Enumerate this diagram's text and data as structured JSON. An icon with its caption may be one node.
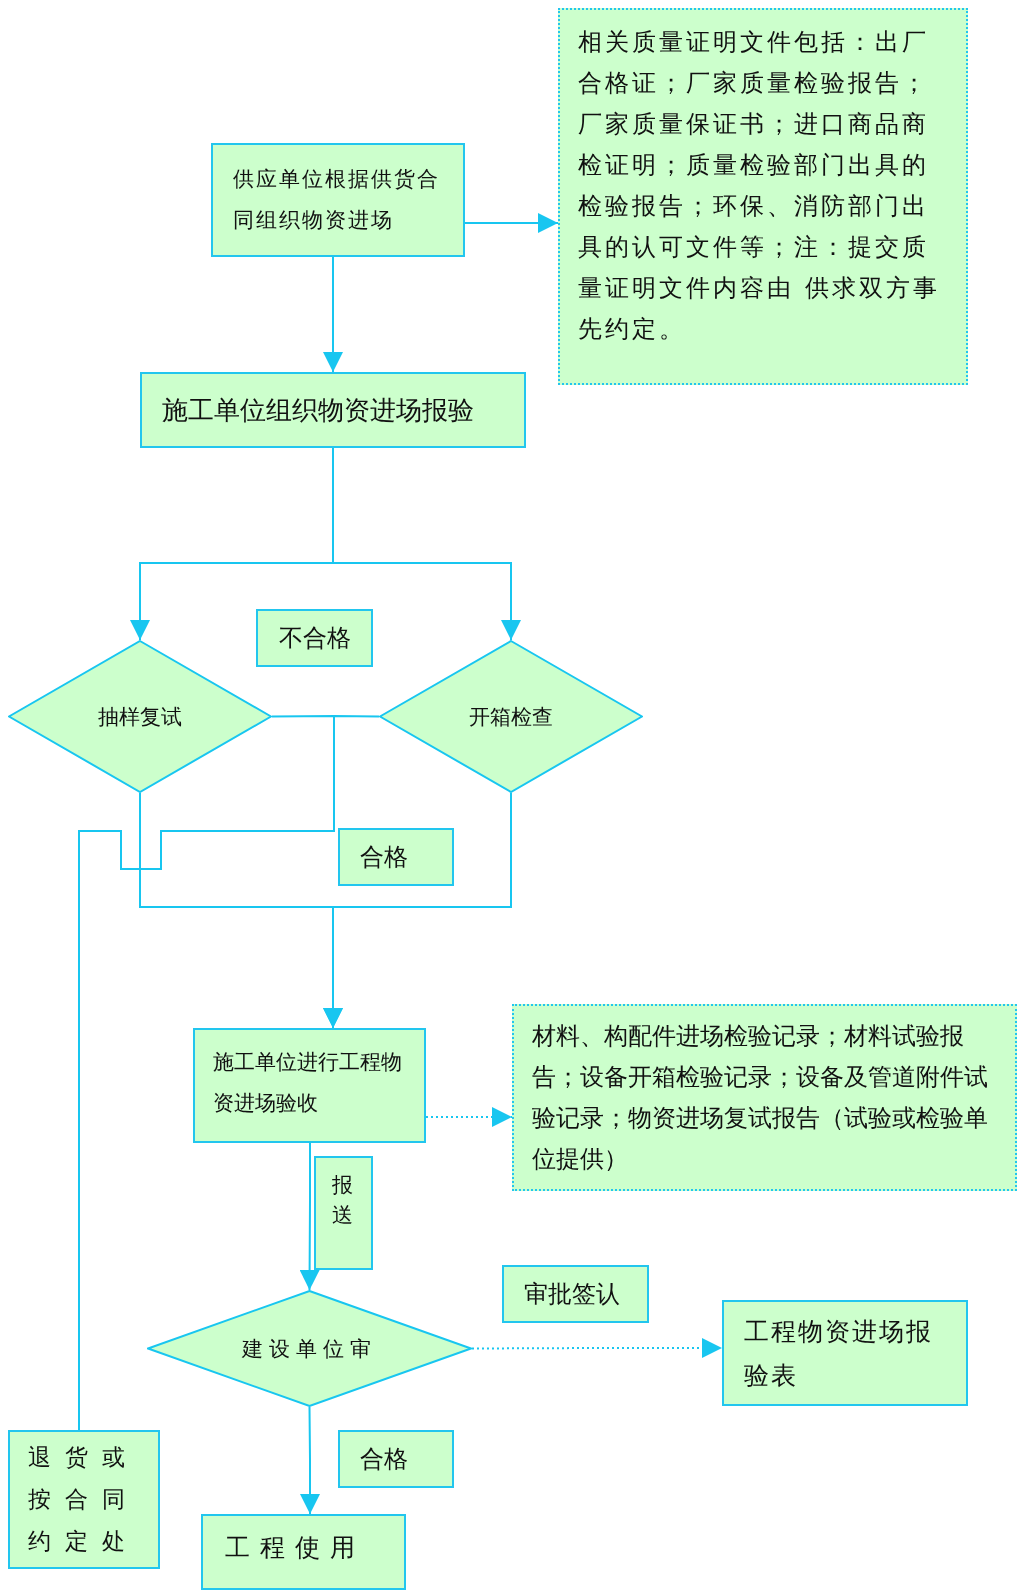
{
  "diagram": {
    "nodes": [
      {
        "text": [
          "供应单位根据供货合同组织物资进场"
        ]
      },
      {
        "text": [
          "相关质量证明文件包括：出厂合格证；厂家质量检验报告；厂家质量保证书；进口商品商检证明；质量检验部门出具的检验报告；环保、消防部门出具的认可文件等；注：提交质量证明文件内容由 供求双方事先约定。"
        ]
      },
      {
        "text": [
          "施工单位组织物资进场报验"
        ]
      },
      {
        "text": [
          "不合格"
        ]
      },
      {
        "text": [
          "抽样复试"
        ]
      },
      {
        "text": [
          "开箱检查"
        ]
      },
      {
        "text": [
          "合格"
        ]
      },
      {
        "text": [
          "施工单位进行工程物资进场验收"
        ]
      },
      {
        "text": [
          "材料、构配件进场检验记录；材料试验报告；设备开箱检验记录；设备及管道附件试验记录；物资进场复试报告（试验或检验单位提供）"
        ]
      },
      {
        "text": [
          "报送"
        ]
      },
      {
        "text": [
          "审批签认"
        ]
      },
      {
        "text": [
          "建设单位审"
        ]
      },
      {
        "text": [
          "工程物资进场报验表"
        ]
      },
      {
        "text": [
          "合格"
        ]
      },
      {
        "text": [
          "退货或按合同约定处"
        ]
      },
      {
        "text": [
          "工程使用"
        ]
      }
    ],
    "edges": [
      {
        "from": 0,
        "to": 1,
        "arrow": "to"
      },
      {
        "from": 0,
        "to": 2,
        "arrow": "to"
      },
      {
        "from": 2,
        "to": 4,
        "arrow": "to"
      },
      {
        "from": 2,
        "to": 5,
        "arrow": "to"
      },
      {
        "from": 4,
        "to": 14,
        "arrow": "none"
      },
      {
        "from": 5,
        "to": 14,
        "arrow": "none"
      },
      {
        "from": 4,
        "to": 7,
        "arrow": "to"
      },
      {
        "from": 5,
        "to": 7,
        "arrow": "to"
      },
      {
        "from": 7,
        "to": 8,
        "arrow": "to",
        "style": "dashed"
      },
      {
        "from": 7,
        "to": 11,
        "arrow": "to"
      },
      {
        "from": 11,
        "to": 12,
        "arrow": "to",
        "style": "dashed"
      },
      {
        "from": 11,
        "to": 15,
        "arrow": "to"
      }
    ]
  }
}
